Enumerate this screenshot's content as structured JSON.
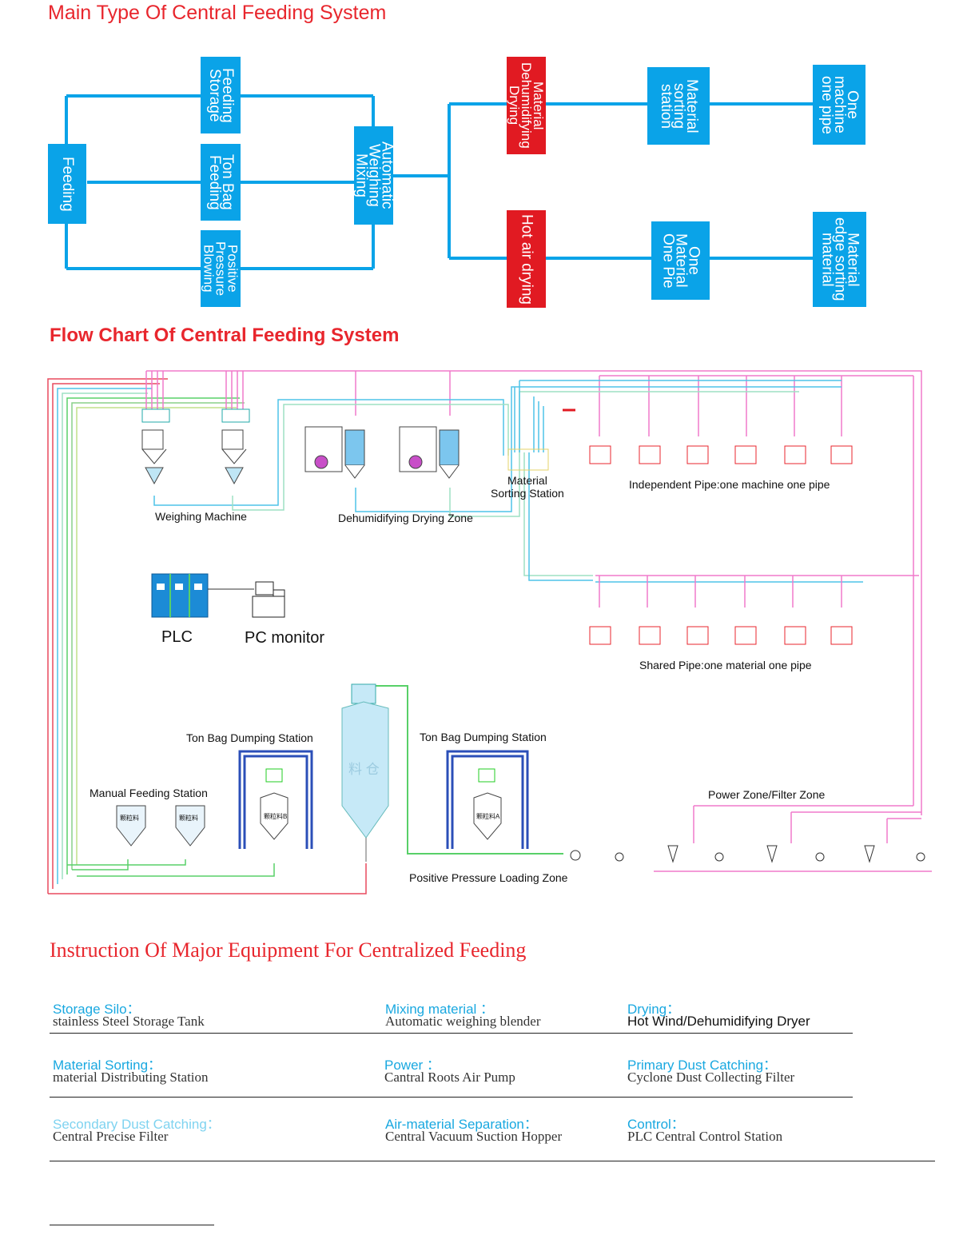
{
  "titles": {
    "main_type": "Main Type Of Central Feeding System",
    "flow_chart": "Flow Chart Of Central Feeding System",
    "instruction": "Instruction Of Major Equipment For Centralized Feeding"
  },
  "colors": {
    "box_blue": "#0aa3e8",
    "box_red": "#e11a22",
    "heading_red": "#e8262d",
    "equip_blue": "#19a8e0"
  },
  "type_diagram": {
    "feeding": "Feeding",
    "feeding_storage": "Feeding\nStorage",
    "ton_bag_feeding": "Ton Bag\nFeeding",
    "positive_pressure": "Positive\nPressure\nBlowing",
    "auto_weighing": "Automatic\nWeighing\nMixing",
    "material_dehumidifying": "Material\nDehumidifying\nDrying",
    "hot_air_drying": "Hot air drying",
    "material_sorting_station": "Material\nsorting\nstation",
    "one_material_one_pie": "One\nMaterial\nOne Pie",
    "one_machine_one_pipe": "One\nmachine\none pipe",
    "material_edge_sorting": "Material\nedge sorting\nmaterial"
  },
  "flow_chart": {
    "weighing_machine": "Weighing Machine",
    "dehumidifying_zone": "Dehumidifying Drying Zone",
    "sorting_station": "Material\nSorting Station",
    "independent_pipe": "Independent Pipe:one machine one pipe",
    "plc": "PLC",
    "pc_monitor": "PC monitor",
    "shared_pipe": "Shared Pipe:one material one pipe",
    "ton_bag_station_1": "Ton Bag Dumping Station",
    "ton_bag_station_2": "Ton Bag Dumping Station",
    "manual_feeding": "Manual Feeding Station",
    "power_zone": "Power Zone/Filter Zone",
    "positive_loading": "Positive Pressure Loading Zone",
    "silo_text": "料 仓",
    "hopper_text_1": "颗粒料",
    "hopper_text_2": "颗粒料",
    "hopper_text_3": "颗粒料B",
    "hopper_text_4": "颗粒料A"
  },
  "equipment": [
    {
      "title": "Storage Silo：",
      "desc": "stainless Steel Storage Tank"
    },
    {
      "title": "Mixing material ：",
      "desc": "Automatic weighing blender"
    },
    {
      "title": "Drying：",
      "desc": "Hot Wind/Dehumidifying Dryer"
    },
    {
      "title": "Material Sorting：",
      "desc": "material Distributing Station"
    },
    {
      "title": "Power ：",
      "desc": "Cantral Roots Air Pump"
    },
    {
      "title": "Primary Dust Catching：",
      "desc": "Cyclone Dust Collecting Filter"
    },
    {
      "title": "Secondary Dust Catching：",
      "desc": "Central Precise Filter"
    },
    {
      "title": "Air-material Separation：",
      "desc": "Central Vacuum Suction Hopper"
    },
    {
      "title": "Control：",
      "desc": "PLC Central Control Station"
    }
  ]
}
